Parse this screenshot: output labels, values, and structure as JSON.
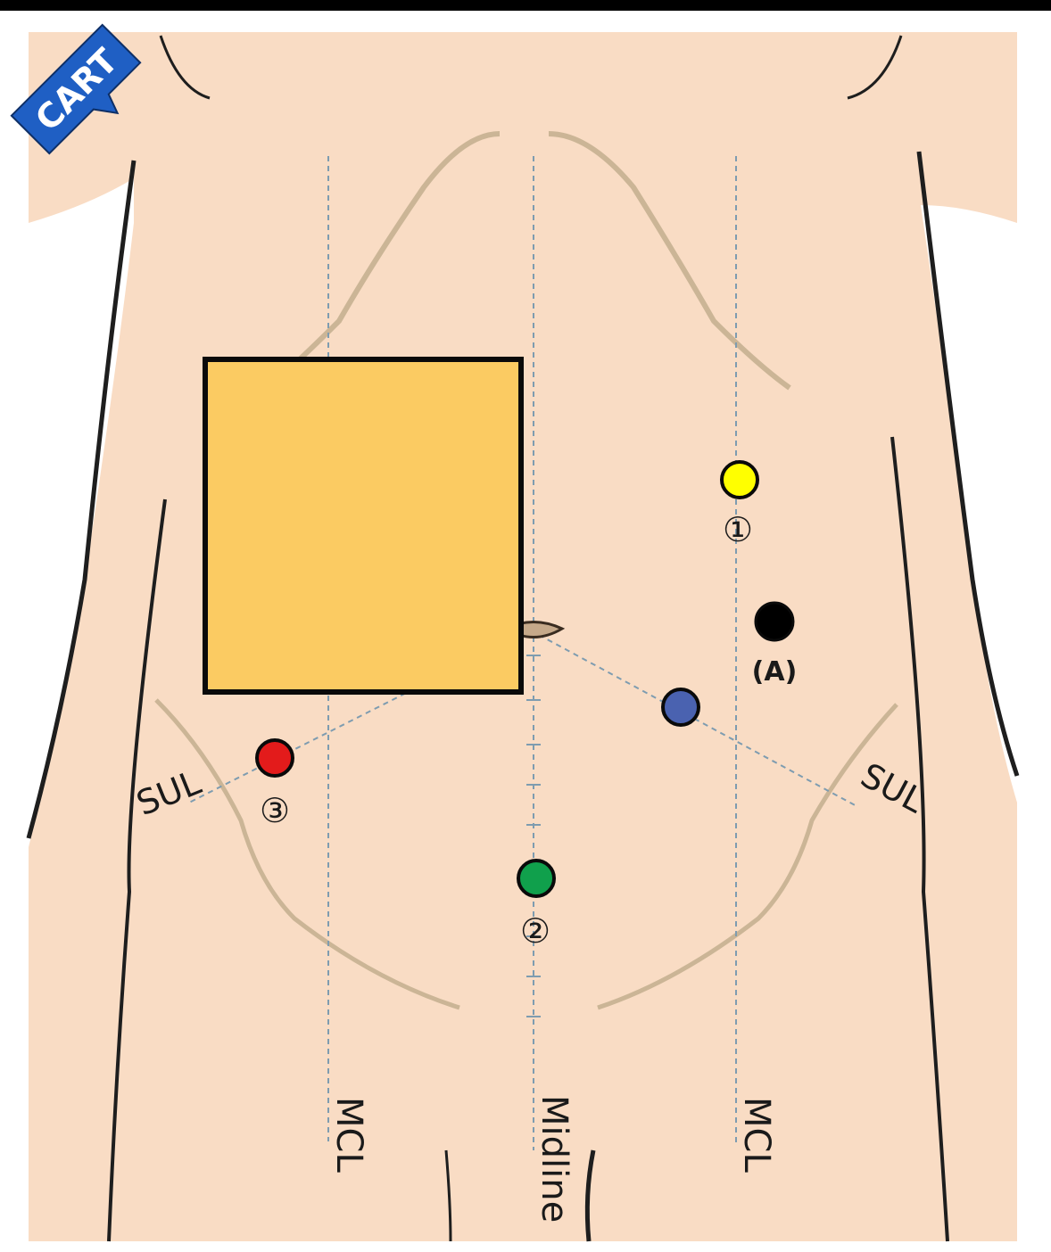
{
  "badge": {
    "text": "CART",
    "color": "#1f5fc4"
  },
  "lines": {
    "mcl_right": "MCL",
    "midline": "Midline",
    "mcl_left": "MCL",
    "sul_right": "SUL",
    "sul_left": "SUL"
  },
  "ports": [
    {
      "id": "1",
      "label": "①",
      "color": "#ffff00"
    },
    {
      "id": "A",
      "label": "(A)",
      "color": "#000000"
    },
    {
      "id": "blue",
      "label": "",
      "color": "#4a62b0"
    },
    {
      "id": "3",
      "label": "③",
      "color": "#e31b1b"
    },
    {
      "id": "2",
      "label": "②",
      "color": "#10a04c"
    }
  ],
  "colors": {
    "skin": "#f9dcc4",
    "contour": "#cbb596",
    "guide": "#7e9cb0",
    "box": "#fbcb62",
    "body_edge": "#1e1e1e"
  }
}
